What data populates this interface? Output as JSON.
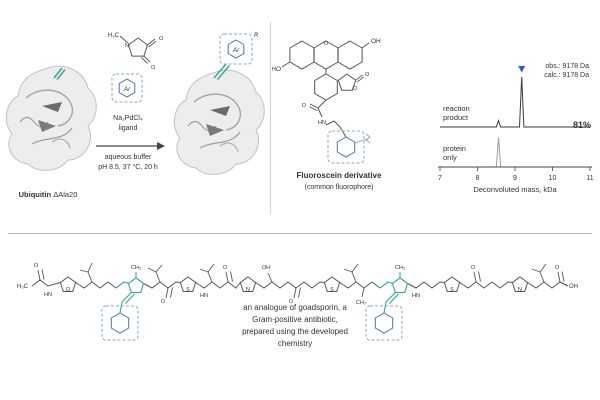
{
  "colors": {
    "accent_blue": "#4a72b8",
    "box_blue_dashed": "#8aa6cc",
    "teal": "#3aa393",
    "trace_dark": "#3a3a3a",
    "trace_gray": "#9b9b9b",
    "structure_gray": "#555555"
  },
  "scheme": {
    "reagent_labels": {
      "ch3": "H₃C",
      "n": "N",
      "o1": "O",
      "o2": "O"
    },
    "ar_box_left": {
      "label": "Ar"
    },
    "ar_box_right": {
      "label": "Ar",
      "r_superscript": "R"
    },
    "conditions": {
      "line1": "Na₂PdCl₄",
      "line2": "ligand",
      "line3": "aqueous buffer",
      "line4": "pH 8.5, 37 °C, 20 h"
    },
    "reactant_caption": {
      "bold": "Ubiquitin",
      "rest": " ΔAla20"
    }
  },
  "fluorophore": {
    "caption_bold": "Fluoroscein derivative",
    "caption_sub": "(common fluorophore)",
    "labels": {
      "oh": "OH",
      "ho": "HO",
      "o_bridge": "O",
      "o_lactone": "O",
      "o_carbonyl": "O",
      "o_amide": "O",
      "hn": "HN"
    }
  },
  "chart_data": {
    "type": "line",
    "title": "",
    "xlabel": "Deconvoluted mass, kDa",
    "xlim": [
      7,
      11
    ],
    "x_ticks": [
      "7",
      "8",
      "9",
      "10",
      "11"
    ],
    "grid": false,
    "series": [
      {
        "name": "reaction product",
        "label_lines": [
          "reaction",
          "product"
        ],
        "color": "#3a3a3a",
        "peaks": [
          {
            "mass_kda": 8.56,
            "rel_height": 0.13
          },
          {
            "mass_kda": 9.178,
            "rel_height": 1.0
          }
        ],
        "yield_label": "81%",
        "annotations": [
          "obs.: 9178 Da",
          "calc.: 9178 Da"
        ],
        "marker": {
          "shape": "triangle-down",
          "color": "#2f5fb3",
          "mass_kda": 9.178
        }
      },
      {
        "name": "protein only",
        "label_lines": [
          "protein",
          "only"
        ],
        "color": "#9b9b9b",
        "peaks": [
          {
            "mass_kda": 8.56,
            "rel_height": 0.82
          }
        ]
      }
    ]
  },
  "peptide": {
    "note_lines": [
      "an analogue of goadsporin, a",
      "Gram-positive antibiotic,",
      "prepared using the developed",
      "chemistry"
    ],
    "labels": {
      "h3c": "H₃C",
      "o1": "O",
      "o2": "O",
      "o3": "O",
      "o4": "O",
      "o5": "O",
      "o6": "O",
      "o_ring": "O",
      "hn1": "HN",
      "hn2": "HN",
      "hn3": "HN",
      "ch3_1": "CH₃",
      "ch3_2": "CH₃",
      "ch3_3": "CH₃",
      "oh1": "OH",
      "oh2": "OH",
      "s1": "S",
      "s2": "S",
      "s3": "S",
      "n1": "N",
      "n2": "N"
    }
  }
}
